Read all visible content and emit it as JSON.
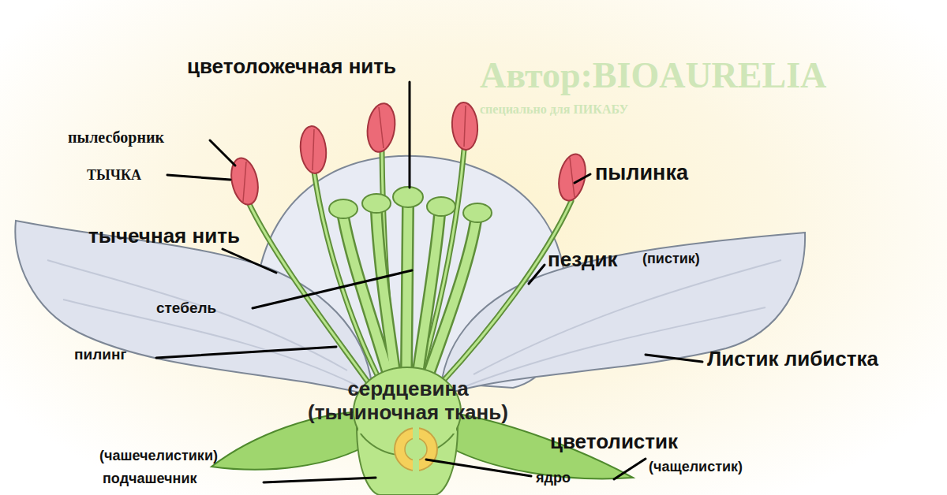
{
  "diagram": {
    "labels": [
      "цветоложечная нить",
      "Автор:BIOAURELIA",
      "специально для ПИКАБУ",
      "пылесборник",
      "ТЫЧКА",
      "пылинка",
      "тычечная нить",
      "пездик",
      "(пистик)",
      "стебель",
      "пилинг",
      "Листик либистка",
      "сердцевина (тычиночная ткань)",
      "цветолистик",
      "(чащелистик)",
      "(чашечелистики)",
      "подчашечник",
      "ядро"
    ]
  }
}
